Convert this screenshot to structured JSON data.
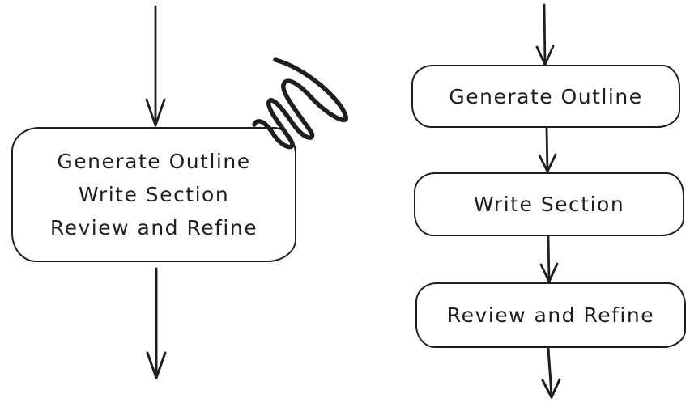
{
  "diagram": {
    "style": "hand-drawn-whiteboard",
    "stroke_color": "#1e1e1e",
    "background_color": "#ffffff",
    "left_flow": {
      "description": "single combined node with strikethrough scribble",
      "node": {
        "lines": [
          "Generate Outline",
          "Write Section",
          "Review and Refine"
        ]
      },
      "annotations": [
        "scribble-strikeout-icon"
      ],
      "arrows": [
        "incoming-down-arrow",
        "outgoing-down-arrow"
      ]
    },
    "right_flow": {
      "description": "three sequential nodes connected by down arrows",
      "nodes": [
        {
          "label": "Generate Outline"
        },
        {
          "label": "Write Section"
        },
        {
          "label": "Review and Refine"
        }
      ],
      "arrows": [
        "incoming-down-arrow",
        "connector-down-arrow",
        "connector-down-arrow",
        "outgoing-down-arrow"
      ]
    }
  }
}
